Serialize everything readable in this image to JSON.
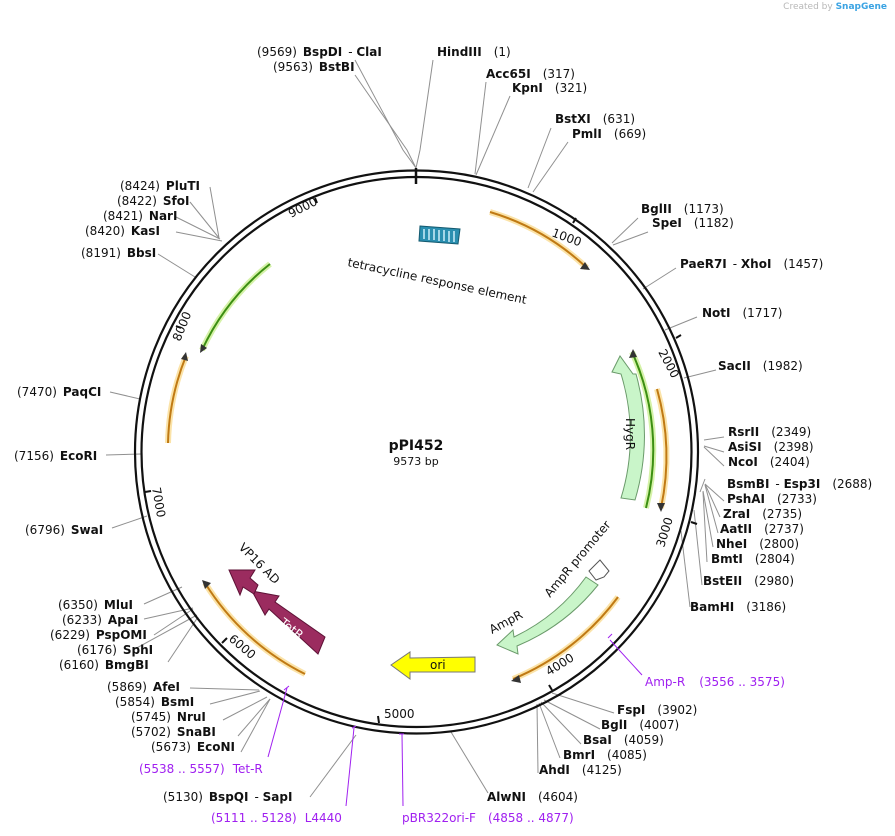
{
  "branding": {
    "created_by": "Created by",
    "brand": "SnapGene"
  },
  "plasmid": {
    "name": "pPI452",
    "length": "9573 bp",
    "total_bp": 9573
  },
  "ticks": [
    "1000",
    "2000",
    "3000",
    "4000",
    "5000",
    "6000",
    "7000",
    "8000",
    "9000"
  ],
  "features": [
    {
      "label": "tetracycline response element",
      "type": "box",
      "color": "#2a8fb0"
    },
    {
      "label": "HygR",
      "type": "arrow",
      "color": "#c9f5c9"
    },
    {
      "label": "AmpR promoter",
      "type": "arrow",
      "color": "#ffffff"
    },
    {
      "label": "AmpR",
      "type": "arrow",
      "color": "#c9f5c9"
    },
    {
      "label": "ori",
      "type": "arrow",
      "color": "#ffff00"
    },
    {
      "label": "TetR",
      "type": "arrow",
      "color": "#9b2c5f"
    },
    {
      "label": "VP16 AD",
      "type": "arrow",
      "color": "#9b2c5f"
    }
  ],
  "enzymes": [
    {
      "name": "BspDI",
      "name2": "ClaI",
      "pos": "(9569)"
    },
    {
      "name": "BstBI",
      "pos": "(9563)"
    },
    {
      "name": "HindIII",
      "pos": "(1)"
    },
    {
      "name": "Acc65I",
      "pos": "(317)"
    },
    {
      "name": "KpnI",
      "pos": "(321)"
    },
    {
      "name": "BstXI",
      "pos": "(631)"
    },
    {
      "name": "PmlI",
      "pos": "(669)"
    },
    {
      "name": "BglII",
      "pos": "(1173)"
    },
    {
      "name": "SpeI",
      "pos": "(1182)"
    },
    {
      "name": "PaeR7I",
      "name2": "XhoI",
      "pos": "(1457)"
    },
    {
      "name": "NotI",
      "pos": "(1717)"
    },
    {
      "name": "SacII",
      "pos": "(1982)"
    },
    {
      "name": "RsrII",
      "pos": "(2349)"
    },
    {
      "name": "AsiSI",
      "pos": "(2398)"
    },
    {
      "name": "NcoI",
      "pos": "(2404)"
    },
    {
      "name": "BsmBI",
      "name2": "Esp3I",
      "pos": "(2688)"
    },
    {
      "name": "PshAI",
      "pos": "(2733)"
    },
    {
      "name": "ZraI",
      "pos": "(2735)"
    },
    {
      "name": "AatII",
      "pos": "(2737)"
    },
    {
      "name": "NheI",
      "pos": "(2800)"
    },
    {
      "name": "BmtI",
      "pos": "(2804)"
    },
    {
      "name": "BstEII",
      "pos": "(2980)"
    },
    {
      "name": "BamHI",
      "pos": "(3186)"
    },
    {
      "name": "FspI",
      "pos": "(3902)"
    },
    {
      "name": "BglI",
      "pos": "(4007)"
    },
    {
      "name": "BsaI",
      "pos": "(4059)"
    },
    {
      "name": "BmrI",
      "pos": "(4085)"
    },
    {
      "name": "AhdI",
      "pos": "(4125)"
    },
    {
      "name": "AlwNI",
      "pos": "(4604)"
    },
    {
      "name": "BspQI",
      "name2": "SapI",
      "pos": "(5130)"
    },
    {
      "name": "EcoNI",
      "pos": "(5673)"
    },
    {
      "name": "SnaBI",
      "pos": "(5702)"
    },
    {
      "name": "NruI",
      "pos": "(5745)"
    },
    {
      "name": "BsmI",
      "pos": "(5854)"
    },
    {
      "name": "AfeI",
      "pos": "(5869)"
    },
    {
      "name": "BmgBI",
      "pos": "(6160)"
    },
    {
      "name": "SphI",
      "pos": "(6176)"
    },
    {
      "name": "PspOMI",
      "pos": "(6229)"
    },
    {
      "name": "ApaI",
      "pos": "(6233)"
    },
    {
      "name": "MluI",
      "pos": "(6350)"
    },
    {
      "name": "SwaI",
      "pos": "(6796)"
    },
    {
      "name": "EcoRI",
      "pos": "(7156)"
    },
    {
      "name": "PaqCI",
      "pos": "(7470)"
    },
    {
      "name": "BbsI",
      "pos": "(8191)"
    },
    {
      "name": "KasI",
      "pos": "(8420)"
    },
    {
      "name": "NarI",
      "pos": "(8421)"
    },
    {
      "name": "SfoI",
      "pos": "(8422)"
    },
    {
      "name": "PluTI",
      "pos": "(8424)"
    }
  ],
  "primers": [
    {
      "name": "Amp-R",
      "pos": "(3556 .. 3575)"
    },
    {
      "name": "Tet-R",
      "pos": "(5538 .. 5557)"
    },
    {
      "name": "L4440",
      "pos": "(5111 .. 5128)"
    },
    {
      "name": "pBR322ori-F",
      "pos": "(4858 .. 4877)"
    }
  ]
}
